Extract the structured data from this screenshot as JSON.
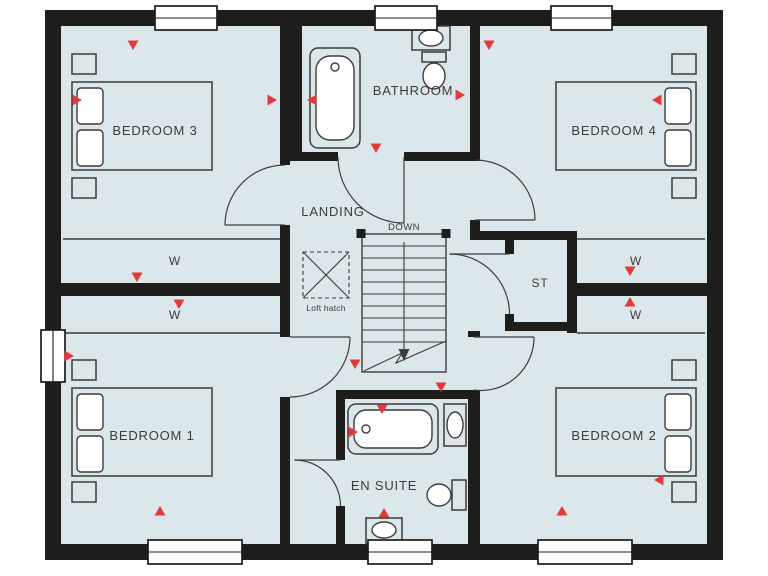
{
  "plan": {
    "rooms": {
      "bedroom3": "BEDROOM 3",
      "bathroom": "BATHROOM",
      "bedroom4": "BEDROOM 4",
      "landing": "LANDING",
      "store": "ST",
      "bedroom1": "BEDROOM 1",
      "ensuite": "EN SUITE",
      "bedroom2": "BEDROOM 2"
    },
    "labels": {
      "wardrobe": "W",
      "stairs_direction": "DOWN",
      "loft_hatch": "Loft hatch"
    }
  },
  "colors": {
    "wall": "#1d1d1b",
    "floor": "#dce7ec",
    "line": "#3c3c3a",
    "marker": "#e03a3a",
    "text": "#3c3c3a",
    "bg": "#ffffff"
  }
}
